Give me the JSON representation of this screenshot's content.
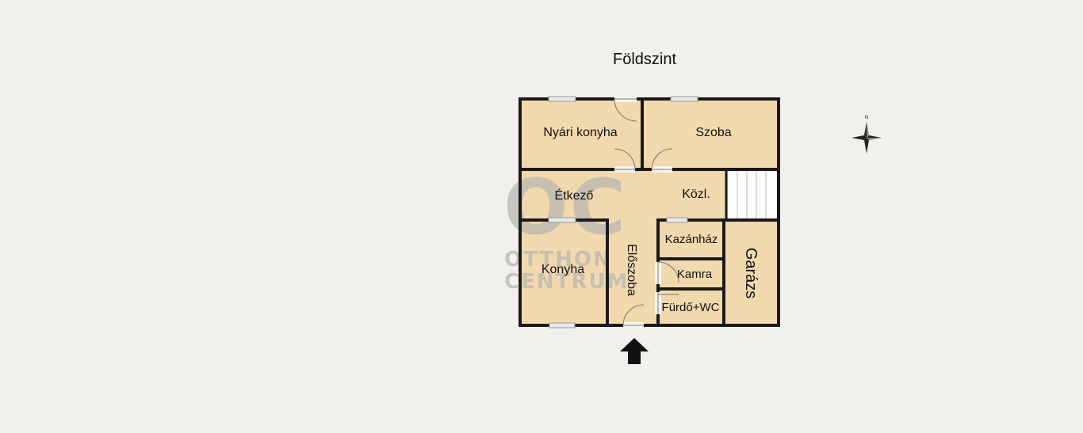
{
  "floor_title": "Földszint",
  "rooms": {
    "nyari_konyha": "Nyári konyha",
    "szoba": "Szoba",
    "etkezo": "Étkező",
    "kozl": "Közl.",
    "konyha": "Konyha",
    "eloszoba": "Előszoba",
    "kazanhaz": "Kazánház",
    "kamra": "Kamra",
    "furdo_wc": "Fürdő+WC",
    "garazs": "Garázs"
  },
  "compass": {
    "north_label": "N",
    "icon": "compass-rose-icon"
  },
  "entrance": {
    "icon": "entrance-arrow-icon"
  },
  "watermark": {
    "logo": "OC",
    "line1": "OTTHON",
    "line2": "CENTRUM"
  },
  "colors": {
    "room_fill": "#f2d8ad",
    "wall": "#1a1a1a",
    "background": "#f1f0ec"
  }
}
